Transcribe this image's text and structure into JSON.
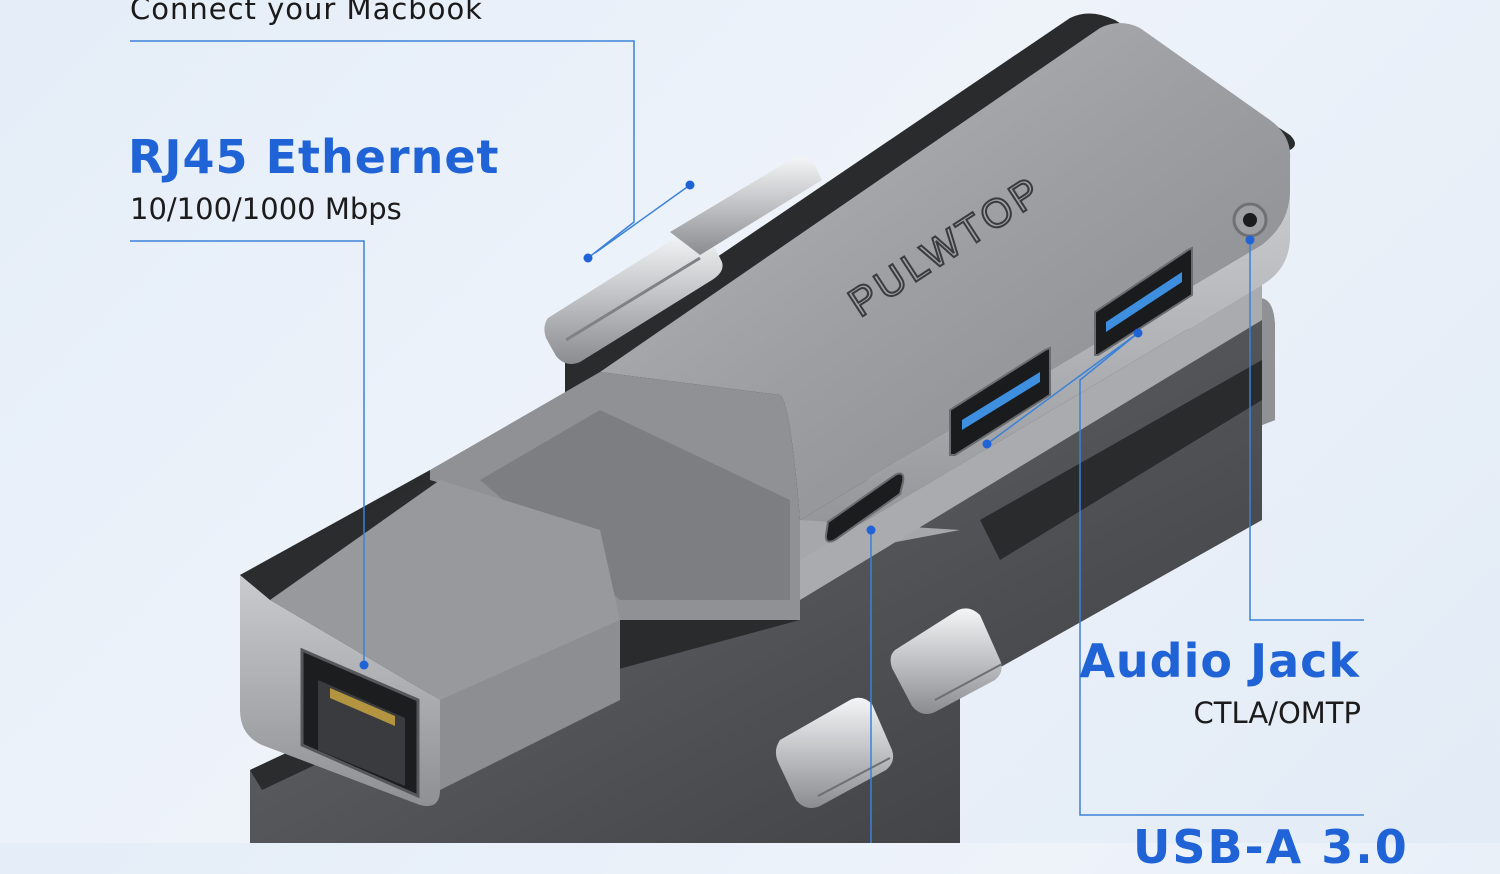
{
  "captions": {
    "top_caption": "Connect  your Macbook",
    "rj45_title": "RJ45 Ethernet",
    "rj45_subtitle": "10/100/1000 Mbps",
    "audio_title": "Audio Jack",
    "audio_subtitle": "CTLA/OMTP",
    "usb_title": "USB-A 3.0"
  },
  "product": {
    "brand": "PULWTOP"
  },
  "colors": {
    "accent": "#1f63d6",
    "callout_line": "#3b82d8",
    "housing": "#9a9ca0",
    "dark_edge": "#2a2b2d"
  }
}
